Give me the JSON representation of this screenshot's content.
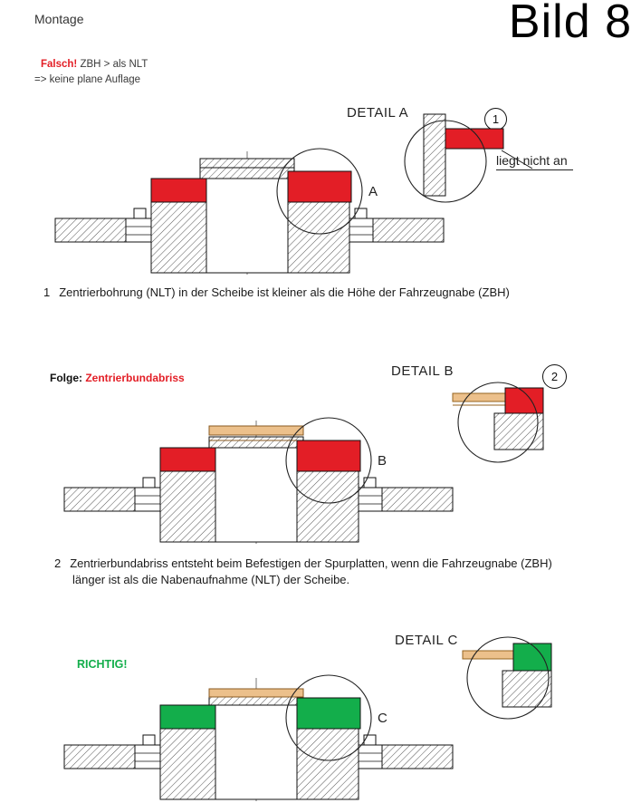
{
  "header": {
    "title": "Montage",
    "figure": "Bild 8"
  },
  "colors": {
    "error": "#e31e26",
    "ok": "#13ae4b",
    "tan": "#ecc08b"
  },
  "section1": {
    "warn_word": "Falsch!",
    "warn_rest": " ZBH > als NLT",
    "warn_line2": "=> keine plane Auflage",
    "detail_title": "DETAIL A",
    "badge": "1",
    "annotation": "liegt nicht an",
    "view_label": "A",
    "caption_no": "1",
    "caption": "Zentrierbohrung (NLT) in der Scheibe ist kleiner als die Höhe der Fahrzeugnabe (ZBH)"
  },
  "section2": {
    "lead_word": "Folge:",
    "lead_red": " Zentrierbundabriss",
    "detail_title": "DETAIL B",
    "badge": "2",
    "view_label": "B",
    "caption_no": "2",
    "caption_line1": "Zentrierbundabriss entsteht beim Befestigen der Spurplatten, wenn die Fahrzeugnabe (ZBH)",
    "caption_line2": "länger ist als die Nabenaufnahme (NLT) der Scheibe."
  },
  "section3": {
    "ok_word": "RICHTIG!",
    "detail_title": "DETAIL C",
    "view_label": "C"
  }
}
